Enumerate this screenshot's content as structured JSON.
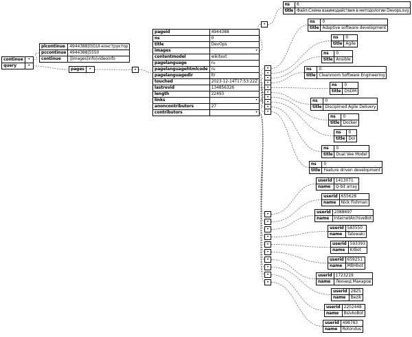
{
  "labels": {
    "bullet": "•",
    "ns": "ns",
    "title": "title",
    "userid": "userid",
    "name": "name",
    "pages": "pages"
  },
  "root": {
    "rows": [
      {
        "key": "continue"
      },
      {
        "key": "query"
      }
    ]
  },
  "continuation": {
    "rows": [
      {
        "key": "plcontinue",
        "value": "4944388|0|GUI-конструктор"
      },
      {
        "key": "pccontinue",
        "value": "4944388|5550"
      },
      {
        "key": "continue",
        "value": "||images|info|videoinfo"
      }
    ]
  },
  "page": {
    "rows": [
      {
        "key": "pageid",
        "value": "4944388"
      },
      {
        "key": "ns",
        "value": "0"
      },
      {
        "key": "title",
        "value": "DevOps"
      },
      {
        "key": "images",
        "value": "•"
      },
      {
        "key": "contentmodel",
        "value": "wikitext"
      },
      {
        "key": "pagelanguage",
        "value": "ru"
      },
      {
        "key": "pagelanguagehtmlcode",
        "value": "ru"
      },
      {
        "key": "pagelanguagedir",
        "value": "ltr"
      },
      {
        "key": "touched",
        "value": "2023-12-14T17:53:22Z"
      },
      {
        "key": "lastrevid",
        "value": "134856326"
      },
      {
        "key": "length",
        "value": "22493"
      },
      {
        "key": "links",
        "value": "•"
      },
      {
        "key": "anoncontributors",
        "value": "27"
      },
      {
        "key": "contributors",
        "value": "•"
      }
    ]
  },
  "images": {
    "items": [
      {
        "ns": "6",
        "title": "Файл:Схема взаимодействия в методологии Devops.svg"
      }
    ]
  },
  "links": {
    "items": [
      {
        "ns": "0",
        "title": "Adaptive software development"
      },
      {
        "ns": "0",
        "title": "Agile"
      },
      {
        "ns": "0",
        "title": "Ansible"
      },
      {
        "ns": "0",
        "title": "Cleanroom Software Engineering"
      },
      {
        "ns": "0",
        "title": "DSDM"
      },
      {
        "ns": "0",
        "title": "Disciplined Agile Delivery"
      },
      {
        "ns": "0",
        "title": "Docker"
      },
      {
        "ns": "0",
        "title": "Doi"
      },
      {
        "ns": "0",
        "title": "Dual Vee Model"
      },
      {
        "ns": "0",
        "title": "Feature driven development"
      }
    ]
  },
  "contributors": {
    "items": [
      {
        "userid": "1413071",
        "name": "Q-bit array"
      },
      {
        "userid": "655628",
        "name": "Nick Fishman"
      },
      {
        "userid": "2088697",
        "name": "InternetArchiveBot"
      },
      {
        "userid": "583550",
        "name": "Tatewaki"
      },
      {
        "userid": "593393",
        "name": "KrBot"
      },
      {
        "userid": "659251",
        "name": "MBHbot"
      },
      {
        "userid": "1723219",
        "name": "Леонид Макаров"
      },
      {
        "userid": "2825",
        "name": "Bezik"
      },
      {
        "userid": "2202448",
        "name": "BsivkoBot"
      },
      {
        "userid": "498783",
        "name": "Rotondus"
      }
    ]
  }
}
